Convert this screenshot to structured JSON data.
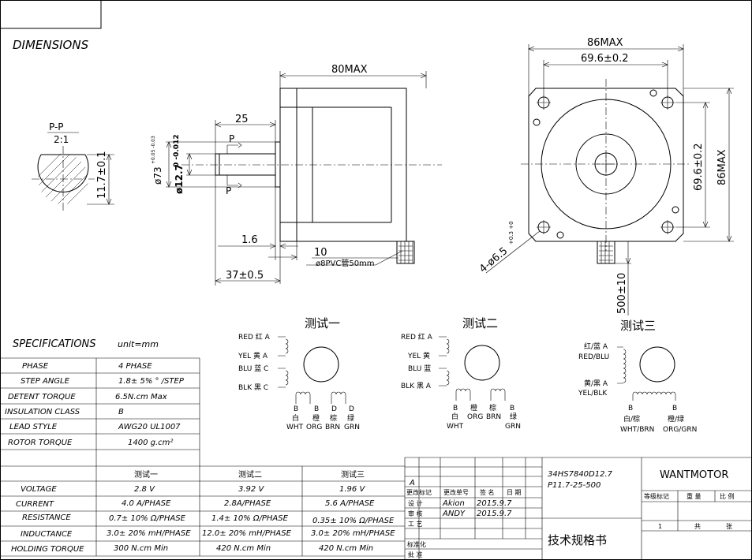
{
  "dimensions_title": "DIMENSIONS",
  "section_label": "P-P",
  "section_scale": "2:1",
  "dims": {
    "flat": "11.7±0.1",
    "body_len": "80MAX",
    "shaft_25": "25",
    "p_mark": "P",
    "dia_73": "ø73",
    "dia_73_tol": "+0.05 -0.03",
    "dia_127": "ø12.7",
    "dia_127_tol": "0 -0.012",
    "d16": "1.6",
    "d10": "10",
    "pvc": "ø8PVC管50mm",
    "d37": "37±0.5",
    "d86_top": "86MAX",
    "d696_top": "69.6±0.2",
    "d696_side": "69.6±0.2",
    "d86_side": "86MAX",
    "holes": "4-ø6.5",
    "holes_tol": "+0.3 +0",
    "lead": "500±10"
  },
  "wiring": {
    "test1": {
      "title": "测试一",
      "left": [
        "RED 红 A",
        "YEL 黄 A",
        "BLU 蓝 C",
        "BLK 黑 C"
      ],
      "bottom_letters": [
        "B",
        "B",
        "D",
        "D"
      ],
      "bottom_cn": [
        "白",
        "橙",
        "棕",
        "绿"
      ],
      "bottom_en": [
        "WHT",
        "ORG",
        "BRN",
        "GRN"
      ]
    },
    "test2": {
      "title": "测试二",
      "left": [
        "RED 红 A",
        "YEL 黄",
        "BLU 蓝",
        "BLK 黑 A"
      ],
      "bottom_letters": [
        "B",
        "B"
      ],
      "bottom_cn": [
        "白",
        "橙",
        "棕",
        "绿"
      ],
      "bottom_en": [
        "WHT",
        "ORG",
        "BRN",
        "GRN"
      ]
    },
    "test3": {
      "title": "测试三",
      "left_top": [
        "红/蓝 A",
        "RED/BLU"
      ],
      "left_bot": [
        "黄/黑 A",
        "YEL/BLK"
      ],
      "bottom_letters": [
        "B",
        "B"
      ],
      "bottom_cn": [
        "白/棕",
        "橙/绿"
      ],
      "bottom_en": [
        "WHT/BRN",
        "ORG/GRN"
      ]
    }
  },
  "specs": {
    "title": "SPECIFICATIONS",
    "unit": "unit=mm",
    "rows": [
      [
        "PHASE",
        "4  PHASE"
      ],
      [
        "STEP ANGLE",
        "1.8± 5% ° /STEP"
      ],
      [
        "DETENT TORQUE",
        "6.5N.cm Max"
      ],
      [
        "INSULATION CLASS",
        "B"
      ],
      [
        "LEAD STYLE",
        "AWG20 UL1007"
      ],
      [
        "ROTOR TORQUE",
        "1400 g.cm²"
      ]
    ],
    "test_headers": [
      "测试一",
      "测试二",
      "测试三"
    ],
    "test_rows": [
      [
        "VOLTAGE",
        "2.8  V",
        "3.92  V",
        "1.96  V"
      ],
      [
        "CURRENT",
        "4.0 A/PHASE",
        "2.8A/PHASE",
        "5.6  A/PHASE"
      ],
      [
        "RESISTANCE",
        "0.7± 10%   Ω/PHASE",
        "1.4± 10%  Ω/PHASE",
        "0.35± 10%   Ω/PHASE"
      ],
      [
        "INDUCTANCE",
        "3.0± 20% mH/PHASE",
        "12.0± 20% mH/PHASE",
        "3.0± 20% mH/PHASE"
      ],
      [
        "HOLDING TORQUE",
        "300 N.cm Min",
        "420 N.cm Min",
        "420 N.cm Min"
      ]
    ]
  },
  "titleblock": {
    "rev_a": "A",
    "rev_cols": [
      "更改单号",
      "签  名",
      "日 期"
    ],
    "rev_marks": "更改标记",
    "roles": [
      "设  计",
      "审  核",
      "工  艺",
      "标准化",
      "批  准"
    ],
    "names": [
      "Akion",
      "ANDY"
    ],
    "dates": [
      "2015.9.7",
      "2015.9.7"
    ],
    "model": "34HS7840D12.7",
    "code": "P11.7-25-500",
    "doc_title": "技术规格书",
    "company": "WANTMOTOR",
    "grade_cols": [
      "等级标记",
      "重  量",
      "比  例"
    ],
    "sheet": "1",
    "total": "共",
    "sheets": "张"
  }
}
